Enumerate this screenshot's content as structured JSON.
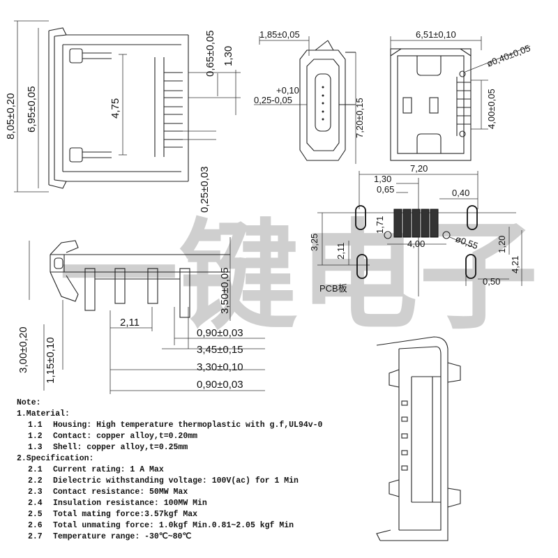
{
  "watermark": "一键电子",
  "colors": {
    "ink": "#111111",
    "watermark": "#a9a9a9",
    "pad": "#333333"
  },
  "dims": {
    "overall_height": "8,05±0,20",
    "body_height": "6,95±0,05",
    "top_offset": "0,65±0,05",
    "pitch_1_30": "1,30",
    "pin_span": "4,75",
    "bottom_gap": "0,25±0,03",
    "depth": "1,85±0,05",
    "tol_plus": "+0,10",
    "tol_main": "0,25-0,05",
    "width_7_20_tol": "7,20±0,15",
    "width_651": "6,51±0,10",
    "hole_dia": "ø0,40±0,05",
    "pin_area": "4,00±0,05",
    "front_total": "3,50±0,05",
    "side_300": "3,00±0,20",
    "side_115": "1,15±0,10",
    "leg_211": "2,11",
    "d_090a": "0,90±0,03",
    "d_345": "3,45±0,15",
    "d_330": "3,30±0,10",
    "d_090b": "0,90±0,03"
  },
  "pcb": {
    "total": "7,20",
    "w130": "1,30",
    "w065": "0,65",
    "w040": "0,40",
    "h171": "1,71",
    "h325": "3,25",
    "h211": "2,11",
    "w400": "4,00",
    "d055": "ø0,55",
    "h120": "1,20",
    "h421": "4,21",
    "w050": "0,50",
    "label": "PCB板"
  },
  "notes": {
    "title": "Note:",
    "sections": [
      {
        "head": "1.Material:",
        "items": [
          {
            "num": "1.1",
            "text": "Housing: High temperature thermoplastic with g.f,UL94v-0"
          },
          {
            "num": "1.2",
            "text": "Contact: copper alloy,t=0.20mm"
          },
          {
            "num": "1.3",
            "text": "Shell: copper alloy,t=0.25mm"
          }
        ]
      },
      {
        "head": "2.Specification:",
        "items": [
          {
            "num": "2.1",
            "text": "Current rating: 1 A  Max"
          },
          {
            "num": "2.2",
            "text": "Dielectric withstanding voltage: 100V(ac) for 1 Min"
          },
          {
            "num": "2.3",
            "text": "Contact resistance: 50MW Max"
          },
          {
            "num": "2.4",
            "text": "Insulation resistance: 100MW Min"
          },
          {
            "num": "2.5",
            "text": "Total mating force:3.57kgf Max"
          },
          {
            "num": "2.6",
            "text": "Total unmating force: 1.0kgf Min.0.81~2.05 kgf Min"
          },
          {
            "num": "2.7",
            "text": "Temperature range: -30℃~80℃"
          }
        ]
      }
    ]
  }
}
